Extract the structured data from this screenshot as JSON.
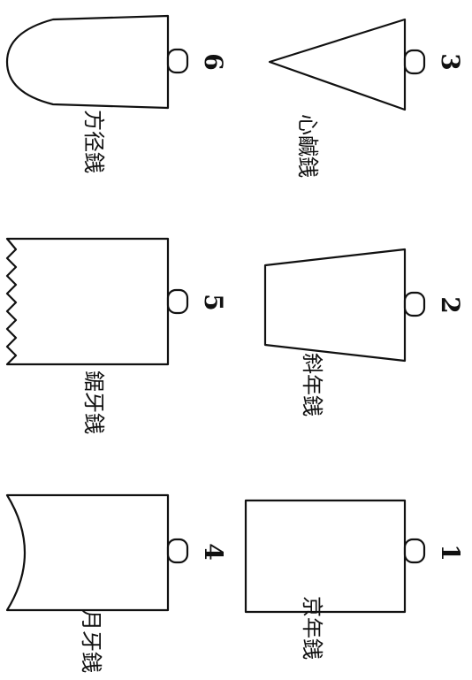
{
  "title": "",
  "items": [
    {
      "number": "1",
      "label": "京年銭",
      "shape": "rectangle"
    },
    {
      "number": "2",
      "label": "斜年銭",
      "shape": "trapezoid"
    },
    {
      "number": "3",
      "label": "心鹹銭",
      "shape": "pointed"
    },
    {
      "number": "4",
      "label": "月牙銭",
      "shape": "concave"
    },
    {
      "number": "5",
      "label": "鋸牙銭",
      "shape": "serrated"
    },
    {
      "number": "6",
      "label": "方径銭",
      "shape": "rounded"
    }
  ]
}
